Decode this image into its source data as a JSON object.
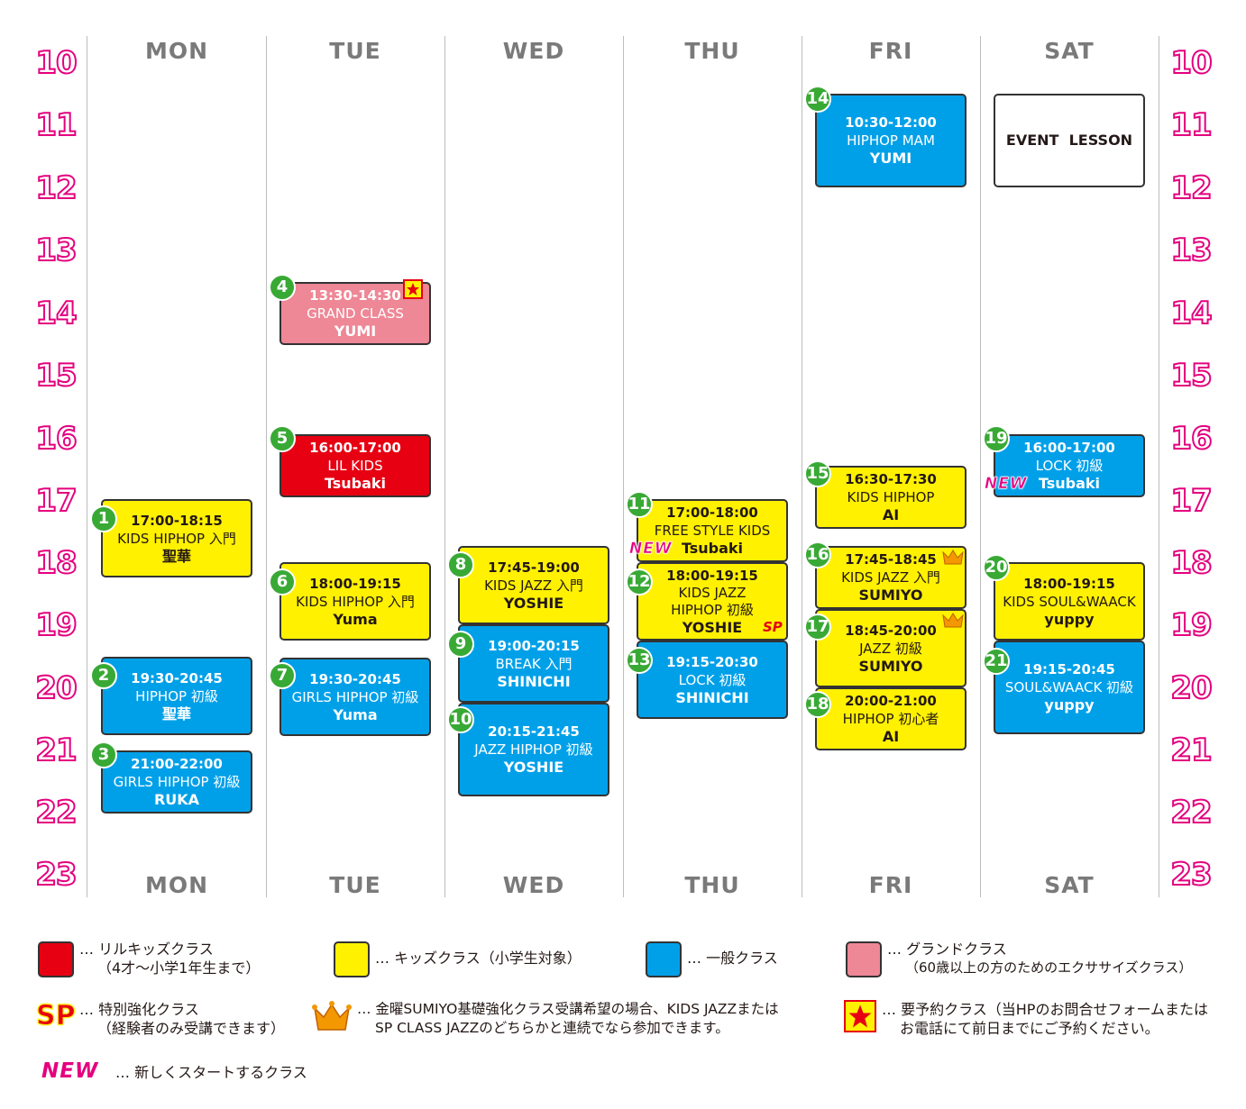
{
  "days": [
    "MON",
    "TUE",
    "WED",
    "THU",
    "FRI",
    "SAT"
  ],
  "hours": [
    "10",
    "11",
    "12",
    "13",
    "14",
    "15",
    "16",
    "17",
    "18",
    "19",
    "20",
    "21",
    "22",
    "23"
  ],
  "colors": {
    "yellow": "#fff100",
    "blue": "#00a0e9",
    "red": "#e60012",
    "pink": "#ee8796",
    "hour_pink": "#e4007f",
    "badge_green": "#39a935"
  },
  "classes": [
    {
      "num": "1",
      "time": "17:00-18:15",
      "name": "KIDS HIPHOP 入門",
      "instructor": "聖華",
      "color": "yellow"
    },
    {
      "num": "2",
      "time": "19:30-20:45",
      "name": "HIPHOP 初級",
      "instructor": "聖華",
      "color": "blue"
    },
    {
      "num": "3",
      "time": "21:00-22:00",
      "name": "GIRLS HIPHOP 初級",
      "instructor": "RUKA",
      "color": "blue"
    },
    {
      "num": "4",
      "time": "13:30-14:30",
      "name": "GRAND CLASS",
      "instructor": "YUMI",
      "color": "pink",
      "reserve": true
    },
    {
      "num": "5",
      "time": "16:00-17:00",
      "name": "LIL KIDS",
      "instructor": "Tsubaki",
      "color": "red"
    },
    {
      "num": "6",
      "time": "18:00-19:15",
      "name": "KIDS HIPHOP 入門",
      "instructor": "Yuma",
      "color": "yellow"
    },
    {
      "num": "7",
      "time": "19:30-20:45",
      "name": "GIRLS HIPHOP 初級",
      "instructor": "Yuma",
      "color": "blue"
    },
    {
      "num": "8",
      "time": "17:45-19:00",
      "name": "KIDS JAZZ 入門",
      "instructor": "YOSHIE",
      "color": "yellow"
    },
    {
      "num": "9",
      "time": "19:00-20:15",
      "name": "BREAK 入門",
      "instructor": "SHINICHI",
      "color": "blue"
    },
    {
      "num": "10",
      "time": "20:15-21:45",
      "name": "JAZZ HIPHOP 初級",
      "instructor": "YOSHIE",
      "color": "blue"
    },
    {
      "num": "11",
      "time": "17:00-18:00",
      "name": "FREE STYLE KIDS",
      "instructor": "Tsubaki",
      "color": "yellow",
      "new": "NEW"
    },
    {
      "num": "12",
      "time": "18:00-19:15",
      "name": "KIDS JAZZ HIPHOP 初級",
      "instructor": "YOSHIE",
      "color": "yellow",
      "sp": "SP"
    },
    {
      "num": "13",
      "time": "19:15-20:30",
      "name": "LOCK 初級",
      "instructor": "SHINICHI",
      "color": "blue"
    },
    {
      "num": "14",
      "time": "10:30-12:00",
      "name": "HIPHOP MAM",
      "instructor": "YUMI",
      "color": "blue"
    },
    {
      "num": "15",
      "time": "16:30-17:30",
      "name": "KIDS HIPHOP",
      "instructor": "AI",
      "color": "yellow"
    },
    {
      "num": "16",
      "time": "17:45-18:45",
      "name": "KIDS JAZZ 入門",
      "instructor": "SUMIYO",
      "color": "yellow",
      "crown": true
    },
    {
      "num": "17",
      "time": "18:45-20:00",
      "name": "JAZZ 初級",
      "instructor": "SUMIYO",
      "color": "yellow",
      "crown": true
    },
    {
      "num": "18",
      "time": "20:00-21:00",
      "name": "HIPHOP 初心者",
      "instructor": "AI",
      "color": "yellow"
    },
    {
      "num": "19",
      "time": "16:00-17:00",
      "name": "LOCK 初級",
      "instructor": "Tsubaki",
      "color": "blue",
      "new": "NEW"
    },
    {
      "num": "20",
      "time": "18:00-19:15",
      "name": "KIDS SOUL&WAACK",
      "instructor": "yuppy",
      "color": "yellow"
    },
    {
      "num": "21",
      "time": "19:15-20:45",
      "name": "SOUL&WAACK 初級",
      "instructor": "yuppy",
      "color": "blue"
    }
  ],
  "event_lesson": "EVENT  LESSON",
  "legend": {
    "lil_kids": {
      "line1": "… リルキッズクラス",
      "line2": "（4才〜小学1年生まで）"
    },
    "kids": {
      "line1": "… キッズクラス（小学生対象）"
    },
    "general": {
      "line1": "… 一般クラス"
    },
    "grand": {
      "line1": "… グランドクラス",
      "line2": "（60歳以上の方のためのエクササイズクラス）"
    },
    "sp": {
      "mark": "SP",
      "line1": "… 特別強化クラス",
      "line2": "（経験者のみ受講できます）"
    },
    "crown": {
      "line1": "… 金曜SUMIYO基礎強化クラス受講希望の場合、KIDS JAZZまたは",
      "line2": "SP CLASS JAZZのどちらかと連続でなら参加できます。"
    },
    "reserve": {
      "line1": "… 要予約クラス（当HPのお問合せフォームまたは",
      "line2": "お電話にて前日までにご予約ください。"
    },
    "new": {
      "mark": "NEW",
      "line1": "… 新しくスタートするクラス"
    }
  }
}
